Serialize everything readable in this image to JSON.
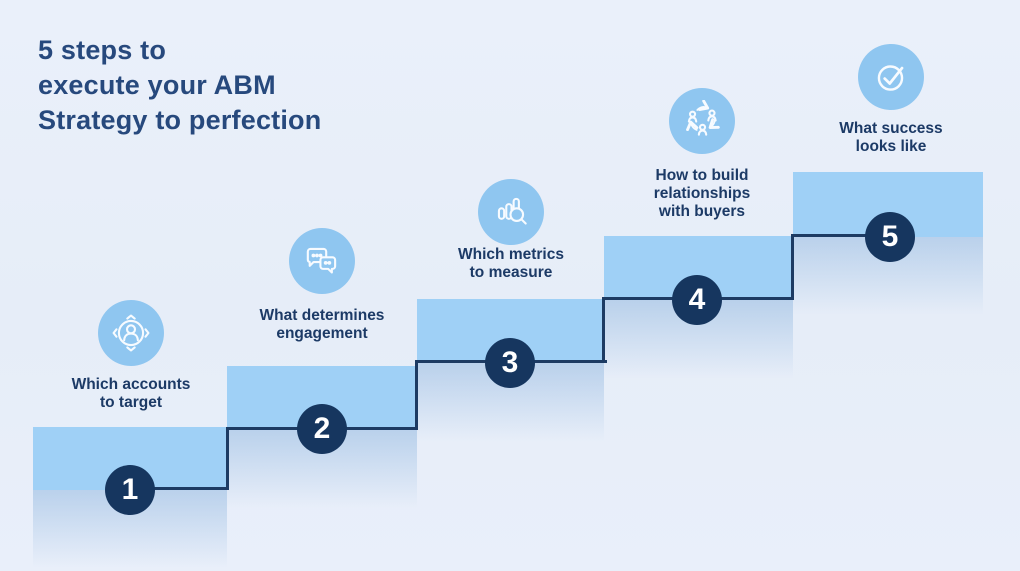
{
  "title": "5 steps to\nexecute your ABM\nStrategy to perfection",
  "colors": {
    "background": "#e7edf8",
    "step_band": "#9fd0f6",
    "icon_circle": "#8fc6f0",
    "navy_dark": "#16365f",
    "staircase_line": "#1d3b63",
    "title_text": "#27497d",
    "label_text": "#1c3a66",
    "number_text": "#ffffff"
  },
  "steps": [
    {
      "number": "1",
      "label": "Which accounts\nto target",
      "icon": "target-person-icon"
    },
    {
      "number": "2",
      "label": "What determines\nengagement",
      "icon": "chat-bubbles-icon"
    },
    {
      "number": "3",
      "label": "Which metrics\nto measure",
      "icon": "metrics-magnifier-icon"
    },
    {
      "number": "4",
      "label": "How to build\nrelationships\nwith buyers",
      "icon": "people-cycle-icon"
    },
    {
      "number": "5",
      "label": "What success\nlooks like",
      "icon": "check-circle-icon"
    }
  ]
}
